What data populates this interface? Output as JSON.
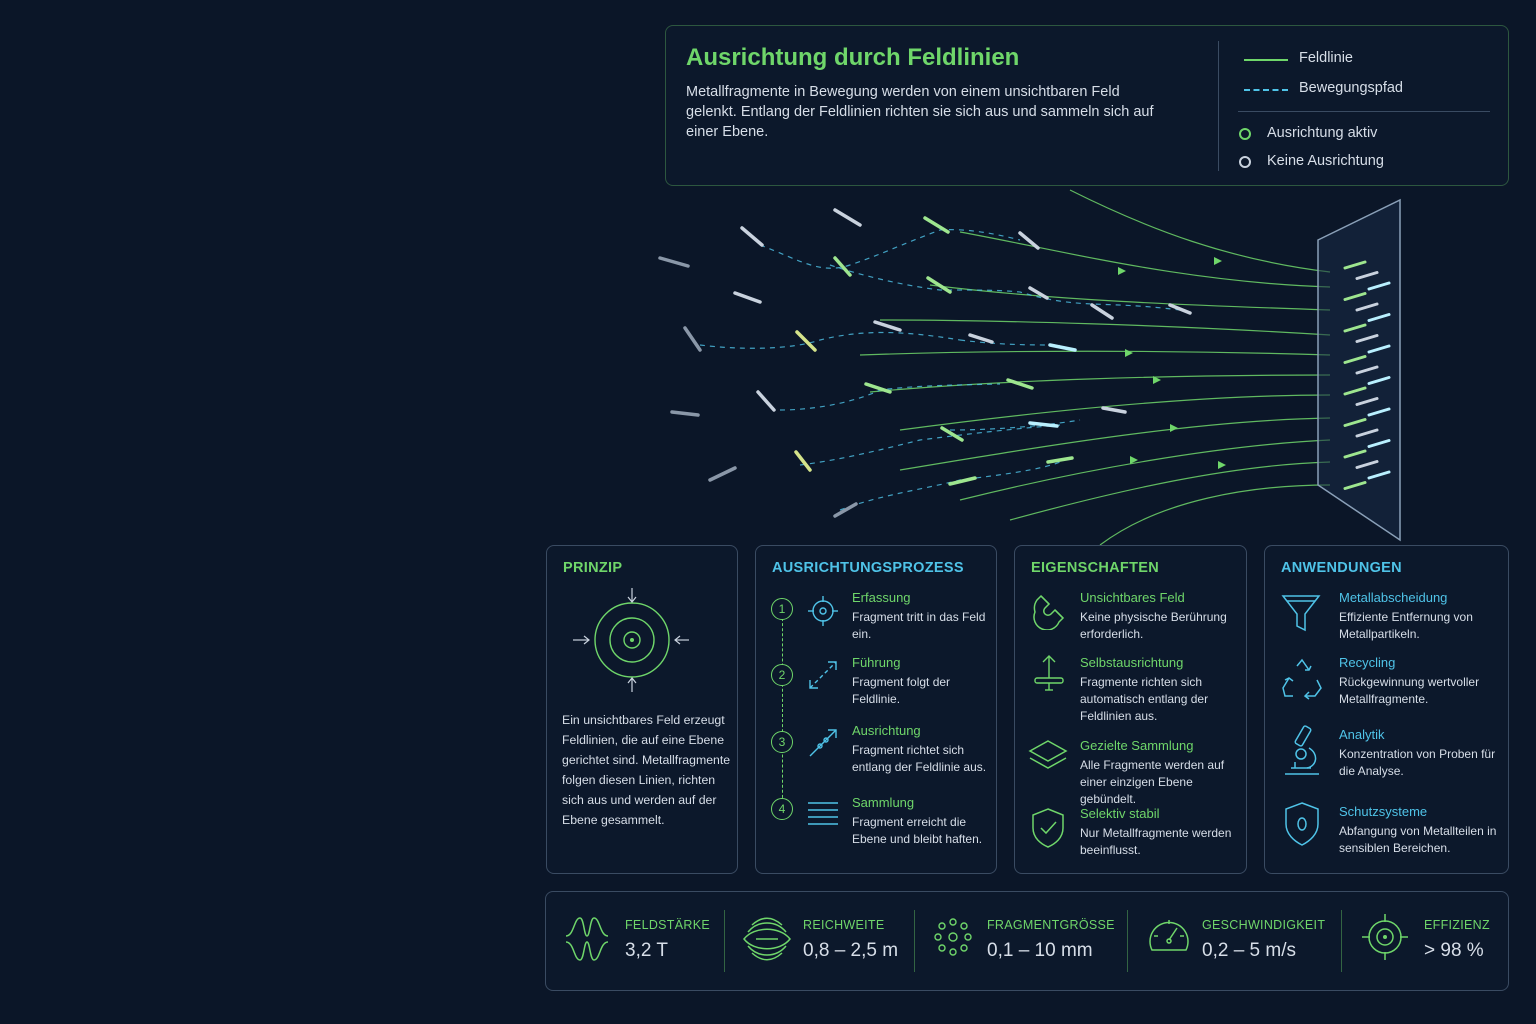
{
  "header": {
    "title": "Ausrichtung durch Feldlinien",
    "description": "Metallfragmente in Bewegung werden von einem unsichtbaren Feld gelenkt. Entlang der Feldlinien richten sie sich aus und sammeln sich auf einer Ebene.",
    "legend": {
      "field_line": "Feldlinie",
      "motion_path": "Bewegungspfad",
      "alignment_active": "Ausrichtung aktiv",
      "no_alignment": "Keine Ausrichtung"
    }
  },
  "colors": {
    "green": "#6fd66a",
    "cyan": "#4fc3e8",
    "background": "#0b1628"
  },
  "principle": {
    "title": "PRINZIP",
    "icon": "target-field-icon",
    "text": "Ein unsichtbares Feld erzeugt Feldlinien, die auf eine Ebene gerichtet sind. Metallfragmente folgen diesen Linien, richten sich aus und werden auf der Ebene gesammelt."
  },
  "process": {
    "title": "AUSRICHTUNGSPROZESS",
    "steps": [
      {
        "num": "1",
        "title": "Erfassung",
        "text": "Fragment tritt in das Feld ein.",
        "icon": "crosshair-icon"
      },
      {
        "num": "2",
        "title": "Führung",
        "text": "Fragment folgt der Feldlinie.",
        "icon": "diagonal-arrow-icon"
      },
      {
        "num": "3",
        "title": "Ausrichtung",
        "text": "Fragment richtet sich entlang der Feldlinie aus.",
        "icon": "aligned-arrow-icon"
      },
      {
        "num": "4",
        "title": "Sammlung",
        "text": "Fragment erreicht die Ebene und bleibt haften.",
        "icon": "stack-lines-icon"
      }
    ]
  },
  "properties": {
    "title": "EIGENSCHAFTEN",
    "items": [
      {
        "title": "Unsichtbares Feld",
        "text": "Keine physische Berührung erforderlich.",
        "icon": "magnet-icon"
      },
      {
        "title": "Selbstausrichtung",
        "text": "Fragmente richten sich automatisch entlang der Feldlinien aus.",
        "icon": "self-align-icon"
      },
      {
        "title": "Gezielte Sammlung",
        "text": "Alle Fragmente werden auf einer einzigen Ebene gebündelt.",
        "icon": "layers-icon"
      },
      {
        "title": "Selektiv stabil",
        "text": "Nur Metallfragmente werden beeinflusst.",
        "icon": "shield-check-icon"
      }
    ]
  },
  "applications": {
    "title": "ANWENDUNGEN",
    "items": [
      {
        "title": "Metallabscheidung",
        "text": "Effiziente Entfernung von Metallpartikeln.",
        "icon": "funnel-icon"
      },
      {
        "title": "Recycling",
        "text": "Rückgewinnung wertvoller Metallfragmente.",
        "icon": "recycle-icon"
      },
      {
        "title": "Analytik",
        "text": "Konzentration von Proben für die Analyse.",
        "icon": "microscope-icon"
      },
      {
        "title": "Schutzsysteme",
        "text": "Abfangung von Metallteilen in sensiblen Bereichen.",
        "icon": "shield-icon"
      }
    ]
  },
  "stats": [
    {
      "label": "FELDSTÄRKE",
      "value": "3,2 T",
      "icon": "field-strength-icon"
    },
    {
      "label": "REICHWEITE",
      "value": "0,8 – 2,5 m",
      "icon": "range-icon"
    },
    {
      "label": "FRAGMENTGRÖSSE",
      "value": "0,1 – 10 mm",
      "icon": "particles-icon"
    },
    {
      "label": "GESCHWINDIGKEIT",
      "value": "0,2 – 5 m/s",
      "icon": "speedometer-icon"
    },
    {
      "label": "EFFIZIENZ",
      "value": "> 98 %",
      "icon": "target-icon"
    }
  ]
}
